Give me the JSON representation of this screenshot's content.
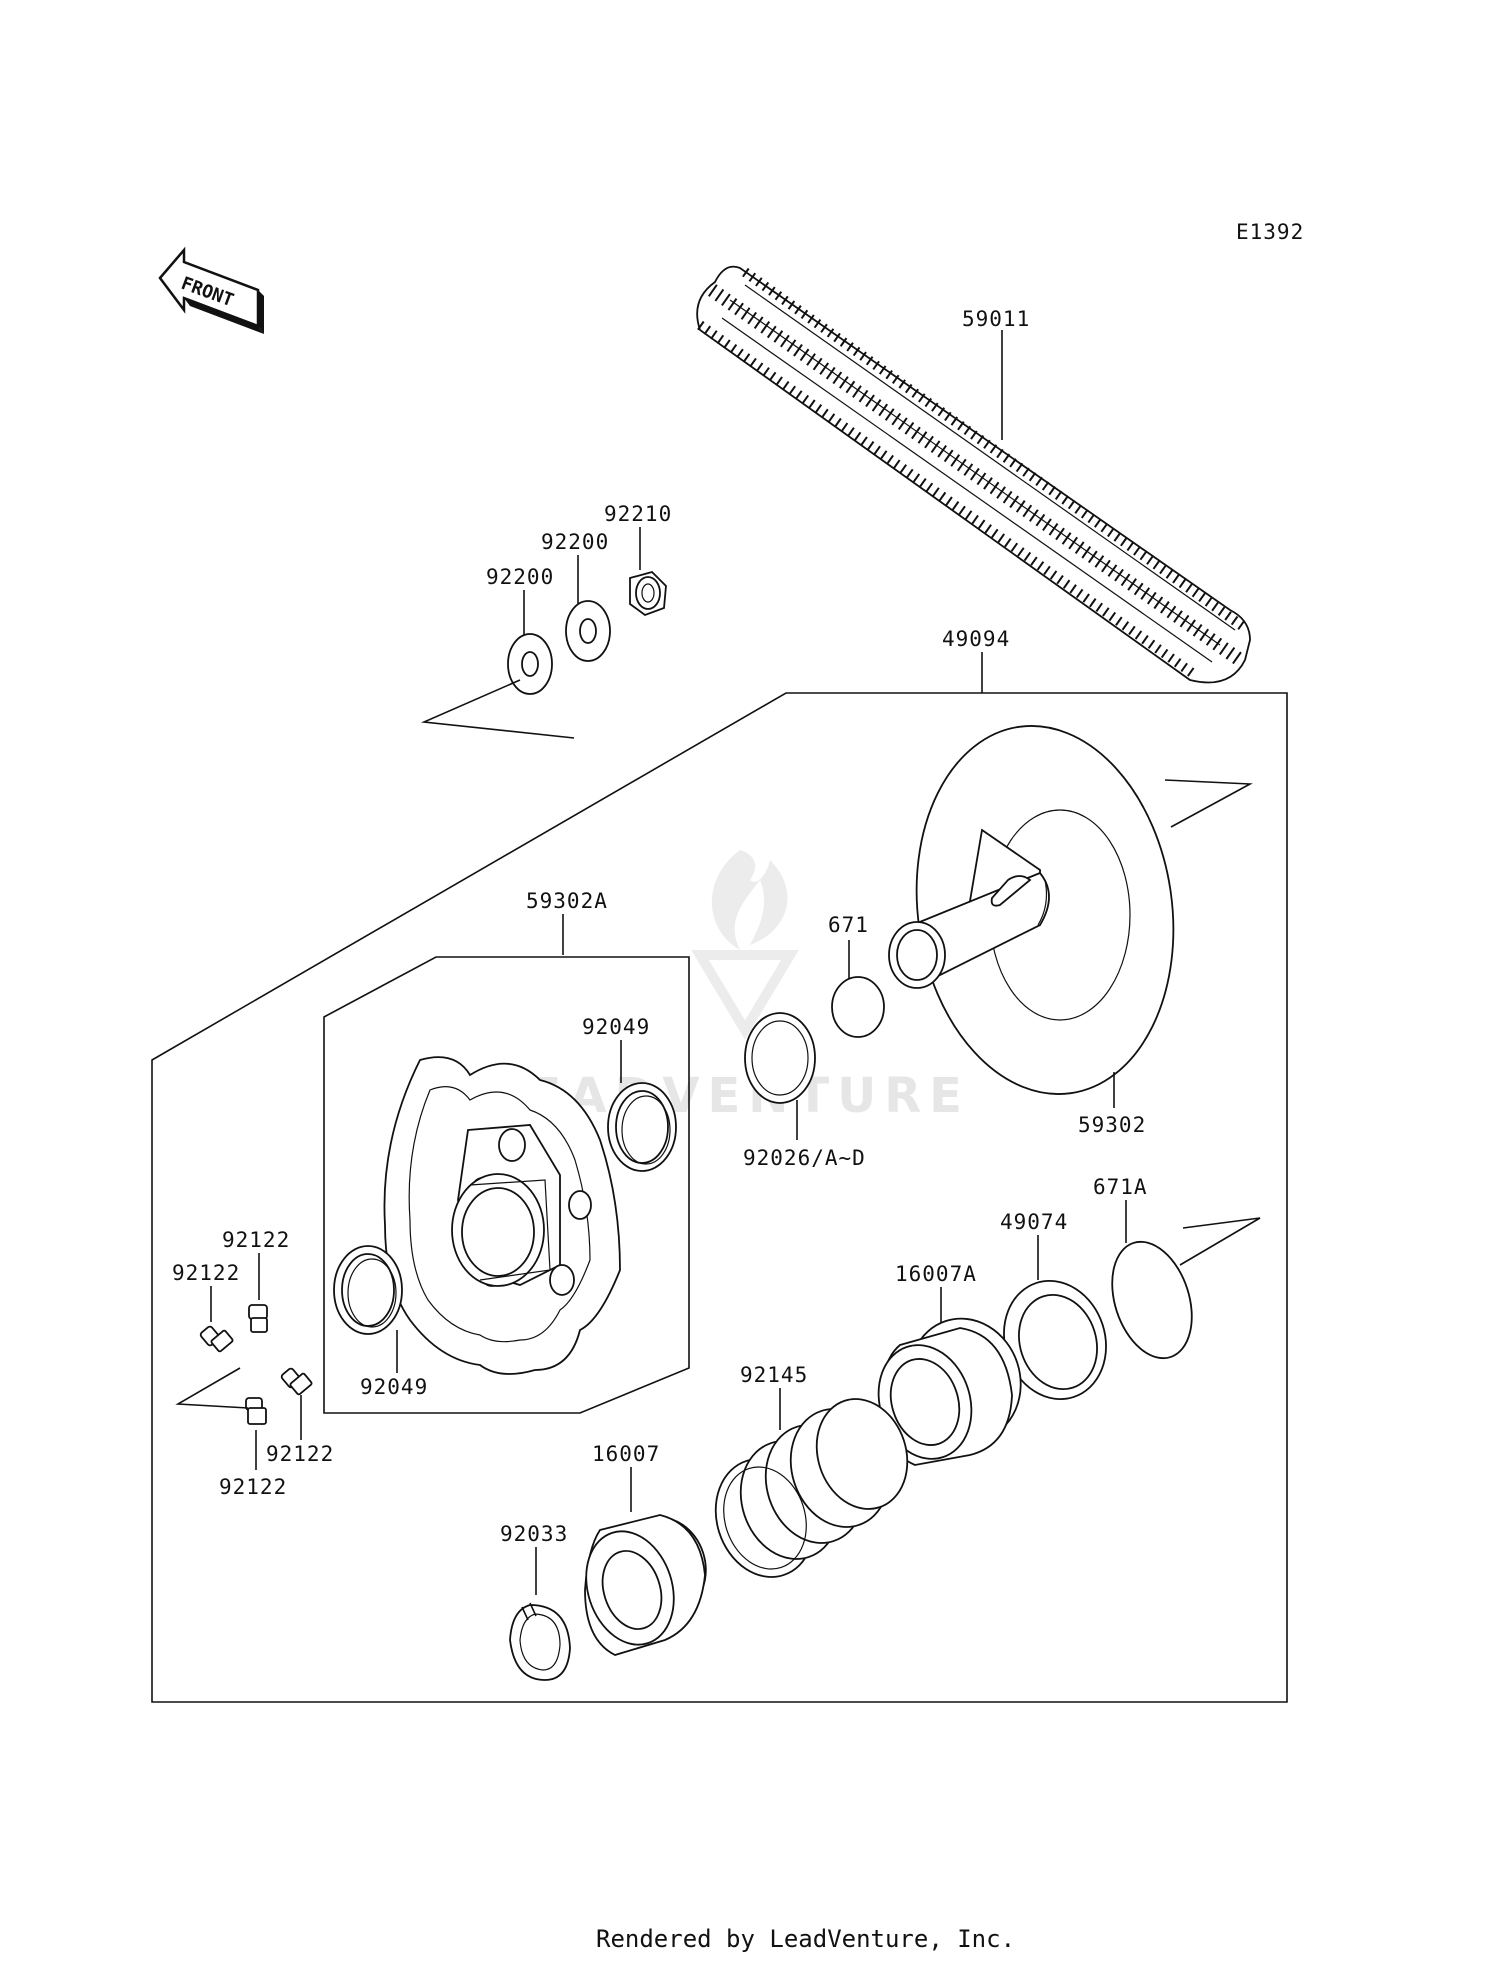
{
  "diagram_code": "E1392",
  "front_indicator": "FRONT",
  "watermark": "LEADVENTURE",
  "footer": "Rendered by LeadVenture, Inc.",
  "parts": {
    "belt": "59011",
    "nut": "92210",
    "washer_upper": "92200",
    "washer_lower": "92200",
    "driven_assembly": "49094",
    "movable_sheave": "59302A",
    "fixed_sheave": "59302",
    "o_ring": "671",
    "shim": "92026/A~D",
    "seal_upper": "92049",
    "seal_lower": "92049",
    "grease_fitting_1": "92122",
    "grease_fitting_2": "92122",
    "grease_fitting_3": "92122",
    "grease_fitting_4": "92122",
    "o_ring_large": "671A",
    "cam": "49074",
    "cover_large": "16007A",
    "spring": "92145",
    "cover": "16007",
    "snap_ring": "92033"
  }
}
